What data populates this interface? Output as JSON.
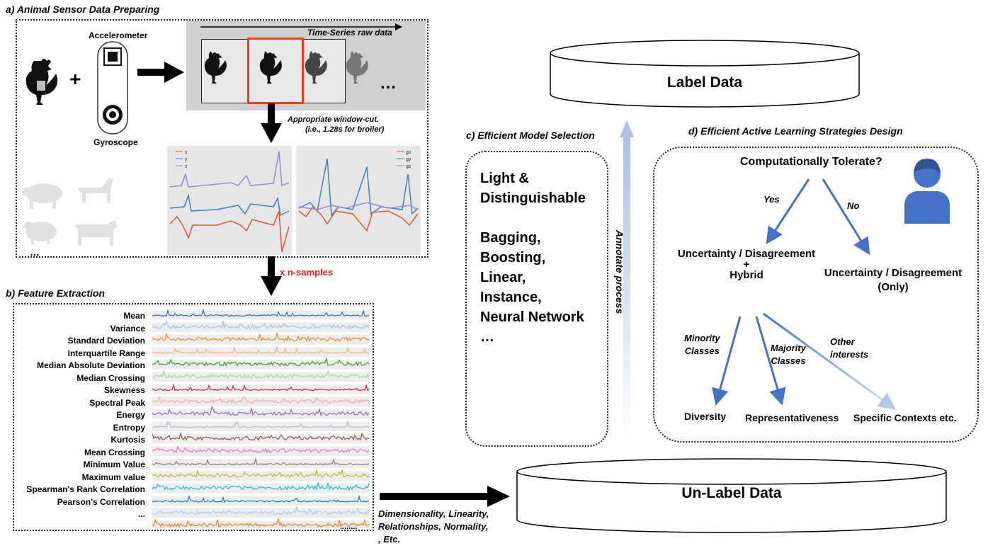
{
  "section_a": {
    "title": "a) Animal Sensor Data Preparing",
    "accelerometer": "Accelerometer",
    "gyroscope": "Gyroscope",
    "plus": "+",
    "time_series": "Time-Series raw data",
    "ellipsis": "…",
    "window_cut_1": "Appropriate window-cut.",
    "window_cut_2": "(i.e., 1.28s for broiler)",
    "others": "…",
    "legend_acc": [
      "x",
      "y",
      "z"
    ],
    "legend_gyro": [
      "gx",
      "gy",
      "gz"
    ],
    "n_samples": "x n-samples"
  },
  "section_b": {
    "title": "b) Feature Extraction",
    "features": [
      {
        "label": "Mean",
        "color": "#2f6fb3"
      },
      {
        "label": "Variance",
        "color": "#9fc3e6"
      },
      {
        "label": "Standard Deviation",
        "color": "#f08a1f"
      },
      {
        "label": "Interquartile Range",
        "color": "#f5b675"
      },
      {
        "label": "Median Absolute Deviation",
        "color": "#2ca02c"
      },
      {
        "label": "Median Crossing",
        "color": "#98df8a"
      },
      {
        "label": "Skewness",
        "color": "#d62728"
      },
      {
        "label": "Spectral Peak",
        "color": "#f4a6a6"
      },
      {
        "label": "Energy",
        "color": "#9467bd"
      },
      {
        "label": "Entropy",
        "color": "#c5b0d5"
      },
      {
        "label": "Kurtosis",
        "color": "#8c564b"
      },
      {
        "label": "Mean Crossing",
        "color": "#e377c2"
      },
      {
        "label": "Minimum Value",
        "color": "#7f7f7f"
      },
      {
        "label": "Maximum value",
        "color": "#bcbd22"
      },
      {
        "label": "Spearman's Rank Correlation",
        "color": "#17becf"
      },
      {
        "label": "Pearson's Correlation",
        "color": "#1f77b4"
      },
      {
        "label": "...",
        "color": "#aec7e8"
      }
    ],
    "extra_strip_color": "#ff7f0e",
    "dots": "........",
    "properties": [
      "Dimensionality, Linearity,",
      "Relationships, Normality,",
      ", Etc."
    ]
  },
  "section_c": {
    "title": "c) Efficient Model Selection",
    "lines": [
      "Light &",
      "Distinguishable",
      "",
      "Bagging,",
      "Boosting,",
      "Linear,",
      "Instance,",
      "Neural Network",
      "…"
    ]
  },
  "center": {
    "label_data": "Label Data",
    "unlabel_data": "Un-Label Data",
    "annotate": "Annotate process"
  },
  "section_d": {
    "title": "d) Efficient Active Learning Strategies Design",
    "question": "Computationally Tolerate?",
    "yes": "Yes",
    "no": "No",
    "hybrid_1": "Uncertainty / Disagreement",
    "hybrid_plus": "+",
    "hybrid_2": "Hybrid",
    "only_1": "Uncertainty / Disagreement",
    "only_2": "(Only)",
    "minority_1": "Minority",
    "minority_2": "Classes",
    "majority_1": "Majority",
    "majority_2": "Classes",
    "other_1": "Other",
    "other_2": "interests",
    "diversity": "Diversity",
    "representativeness": "Representativeness",
    "specific": "Specific Contexts etc."
  },
  "colors": {
    "arrow_blue": "#4472c4",
    "light_blue": "#b4c7e7",
    "person_blue": "#4472c4",
    "highlight_frame": "#e8401c",
    "red_text": "#e81e1e"
  }
}
